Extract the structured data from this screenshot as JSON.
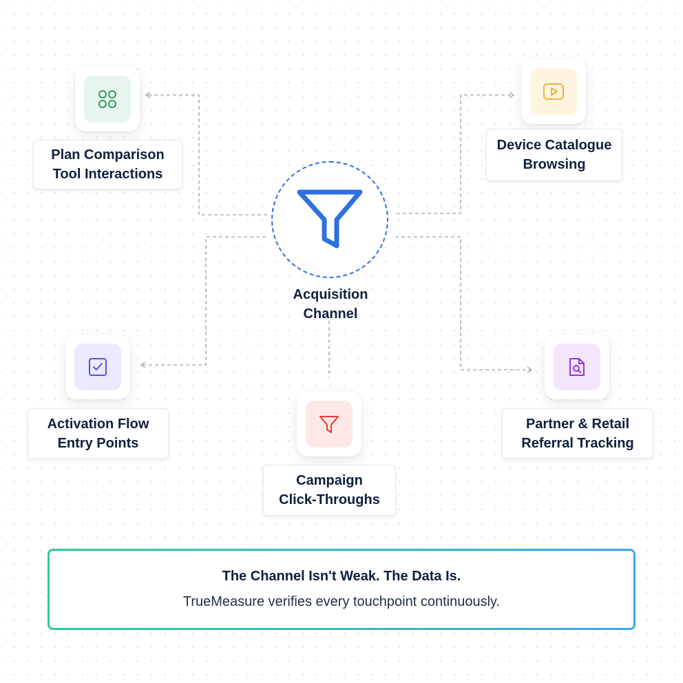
{
  "center": {
    "line1": "Acquisition",
    "line2": "Channel"
  },
  "nodes": {
    "plan": {
      "line1": "Plan Comparison",
      "line2": "Tool Interactions"
    },
    "device": {
      "line1": "Device Catalogue",
      "line2": "Browsing"
    },
    "activation": {
      "line1": "Activation Flow",
      "line2": "Entry Points"
    },
    "campaign": {
      "line1": "Campaign",
      "line2": "Click-Throughs"
    },
    "partner": {
      "line1": "Partner & Retail",
      "line2": "Referral Tracking"
    }
  },
  "callout": {
    "title": "The Channel Isn't Weak. The Data Is.",
    "subtitle": "TrueMeasure verifies every touchpoint continuously."
  },
  "colors": {
    "primary_blue": "#2f6fe0",
    "green": "#2e9e5b",
    "orange": "#f2b13a",
    "indigo": "#5b4fd6",
    "red": "#e53935",
    "purple": "#9b30d9",
    "connector": "#aab0ba",
    "callout_gradient_start": "#2ecc8f",
    "callout_gradient_end": "#3aa8e8"
  },
  "icons": {
    "center": "funnel-icon",
    "plan": "grid-icon",
    "device": "video-play-icon",
    "activation": "checkbox-icon",
    "campaign": "funnel-icon",
    "partner": "file-search-icon"
  }
}
